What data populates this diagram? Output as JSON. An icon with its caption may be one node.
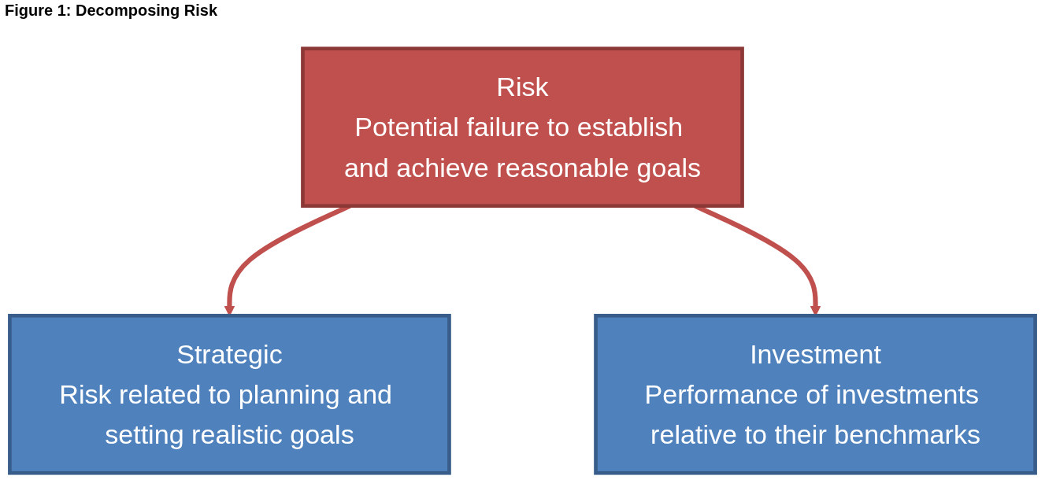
{
  "diagram": {
    "title": "Figure 1: Decomposing Risk",
    "nodes": [
      {
        "text": [
          "Risk",
          "Potential failure to establish and achieve reasonable goals"
        ]
      },
      {
        "text": [
          "Strategic",
          "Risk related to planning and setting realistic goals"
        ]
      },
      {
        "text": [
          "Investment",
          "Performance of investments relative to their benchmarks"
        ]
      }
    ],
    "edges": [
      {
        "from": 0,
        "to": 1,
        "arrow": "to"
      },
      {
        "from": 0,
        "to": 2,
        "arrow": "to"
      }
    ]
  }
}
